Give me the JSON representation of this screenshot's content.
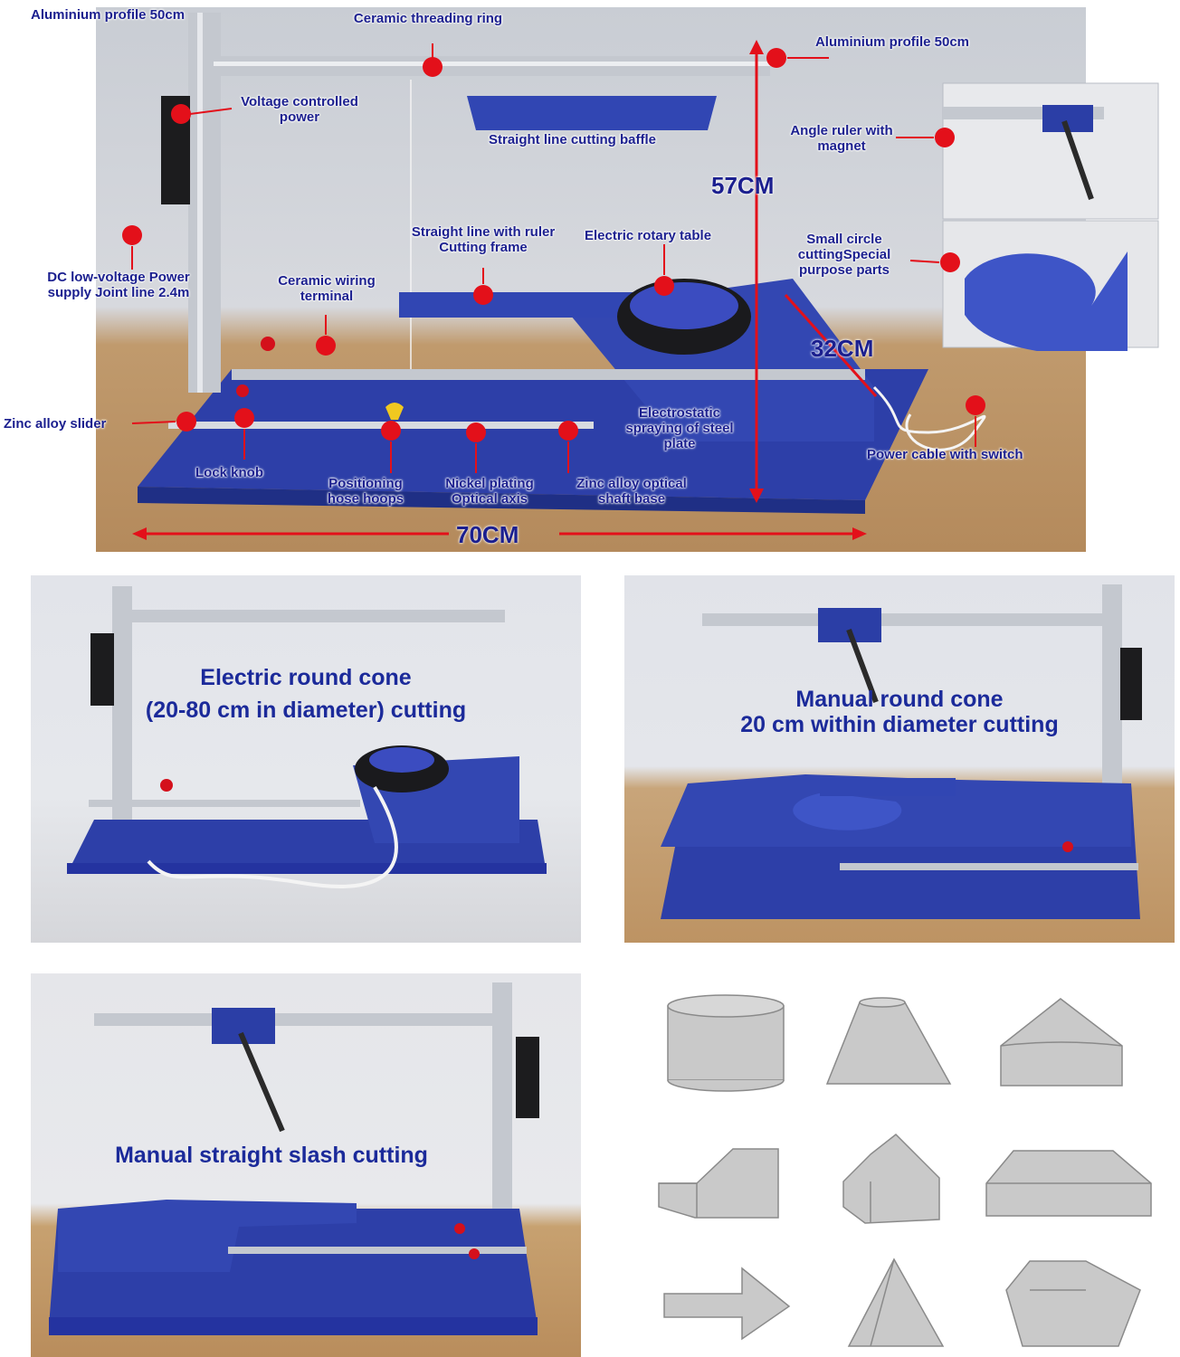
{
  "main": {
    "labels": {
      "aluminium_left": "Aluminium profile 50cm",
      "ceramic_threading_ring": "Ceramic threading ring",
      "aluminium_right": "Aluminium profile 50cm",
      "voltage_power": "Voltage controlled power",
      "straight_baffle": "Straight line cutting baffle",
      "angle_ruler": "Angle ruler with magnet",
      "dc_supply": "DC low-voltage Power supply Joint line 2.4m",
      "straight_ruler_frame": "Straight line with ruler Cutting frame",
      "electric_rotary_table": "Electric rotary table",
      "small_circle": "Small circle cuttingSpecial purpose parts",
      "ceramic_wiring": "Ceramic wiring terminal",
      "zinc_slider": "Zinc alloy slider",
      "lock_knob": "Lock knob",
      "positioning_hoops": "Positioning hose hoops",
      "nickel_axis": "Nickel plating Optical axis",
      "zinc_shaft_base": "Zinc alloy optical shaft base",
      "electrostatic": "Electrostatic spraying of steel plate",
      "power_cable": "Power cable with switch"
    },
    "dimensions": {
      "height": "57CM",
      "depth": "32CM",
      "width": "70CM"
    }
  },
  "captions": {
    "electric_cone_line1": "Electric round cone",
    "electric_cone_line2": "(20-80 cm in diameter) cutting",
    "manual_cone_line1": "Manual round cone",
    "manual_cone_line2": "20 cm within diameter cutting",
    "manual_slash": "Manual straight slash cutting"
  },
  "colors": {
    "label_text": "#1b1f8f",
    "machine_blue": "#2c3fa8",
    "marker_red": "#e3101a",
    "aluminium": "#c4c8cf",
    "shape_gray": "#c9c9c9"
  }
}
